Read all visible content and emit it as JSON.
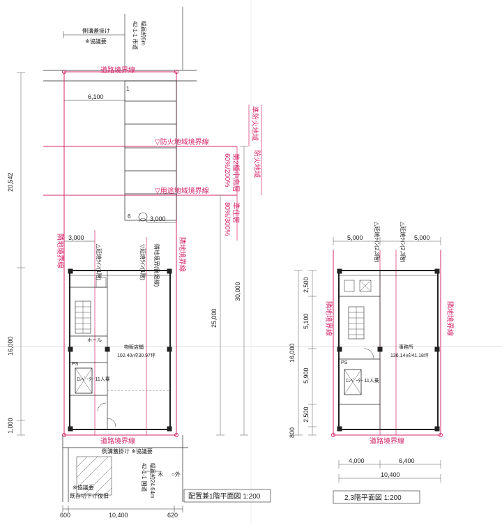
{
  "site_plan": {
    "road_north_top": "42-1-1 市道",
    "road_north_width": "幅員約6m",
    "gutter_top": "側溝蓋掛け",
    "gutter_top_note": "※協議要",
    "road_boundary": "道路境界線",
    "fire_zone_boundary": "▽防火地域境界線",
    "use_zone_boundary": "▽用途地域境界線",
    "adjacent_boundary": "隣地境界線",
    "dim_total_depth": "20,542",
    "dim_depth_16000": "16,000",
    "dim_depth_1000": "1,000",
    "dim_25000": "25,000",
    "dim_30000": "30,000",
    "dim_6100": "6,100",
    "dim_3000_left": "3,000",
    "dim_3000_right": "3,000",
    "dim_bottom_600": "600",
    "dim_bottom_10400": "10,400",
    "dim_bottom_620": "620",
    "zone_a_top": "60%/200%",
    "zone_a_bottom": "第2種中高層",
    "zone_b_top": "80%/300%",
    "zone_b_bottom": "準住居",
    "fire_zone": "防火地域",
    "semi_fire_zone": "準防火地域",
    "setback_left": "△延焼ﾗｲﾝ(1階)",
    "setback_right": "▽延焼ﾗｲﾝ(1階)",
    "retreat": "隣地境界(後退線)",
    "hall": "ホール",
    "ps": "PS",
    "elevator": "ｴﾚﾍﾞｰﾀｰ 11人乗",
    "store_name": "物販店舗",
    "store_area": "102.40㎡/30.97坪",
    "gutter_bottom": "側溝蓋掛け ※協議要",
    "road_bottom": "42-1-1 国道",
    "road_bottom_width": "幅員約24.64m",
    "curb_note": "※協議要",
    "curb_note2": "既存切下げ復旧",
    "tree": "木",
    "light": "○外",
    "parking_1": "1",
    "parking_6": "6",
    "title": "配置兼1階平面図 1:200"
  },
  "upper_plan": {
    "dim_5000_left": "5,000",
    "dim_5000_right": "5,000",
    "setback_left": "△延焼ﾗｲﾝ(2,3階)",
    "setback_right": "△延焼ﾗｲﾝ(2,3階)",
    "dim_2500_top": "2,500",
    "dim_5100": "5,100",
    "dim_5900": "5,900",
    "dim_2500_bottom": "2,500",
    "dim_16000": "16,000",
    "dim_800": "800",
    "adjacent_boundary": "隣地境界線",
    "road_boundary": "道路境界線",
    "ps": "PS",
    "elevator": "ｴﾚﾍﾞｰﾀｰ 11人乗",
    "office_name": "事務所",
    "office_area": "136.14㎡/41.18坪",
    "dim_4000": "4,000",
    "dim_6400": "6,400",
    "dim_10400": "10,400",
    "title": "2,3階平面図 1:200"
  },
  "colors": {
    "boundary": "#d6276b",
    "linework": "#222222",
    "dimension": "#555555",
    "paper": "#ffffff"
  }
}
